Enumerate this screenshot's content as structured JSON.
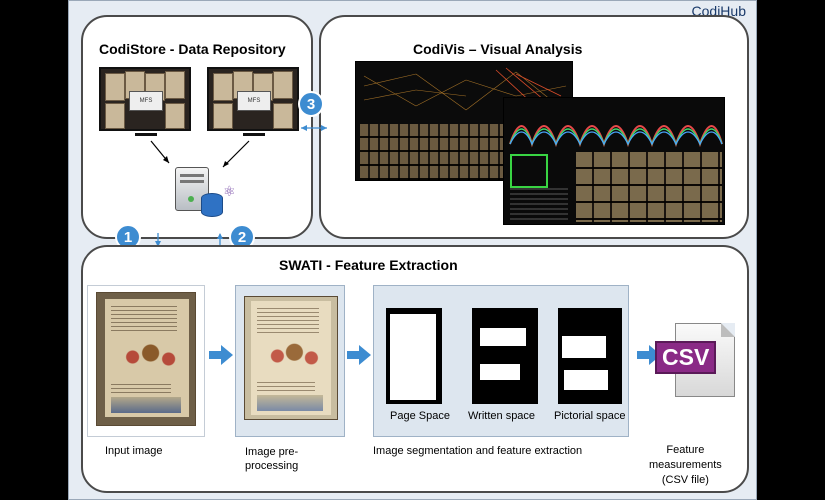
{
  "brand": "CodiHub",
  "codistore": {
    "title": "CodiStore - Data Repository",
    "monitor_label": "MFS"
  },
  "codivis": {
    "title": "CodiVis – Visual Analysis"
  },
  "swati": {
    "title": "SWATI - Feature Extraction"
  },
  "badges": [
    "1",
    "2",
    "3"
  ],
  "stages": {
    "input": "Input image",
    "preprocess": [
      "Image pre-",
      "processing"
    ],
    "segmentation": "Image segmentation and feature extraction",
    "feature": [
      "Feature",
      "measurements",
      "(CSV file)"
    ]
  },
  "masks": [
    "Page Space",
    "Written space",
    "Pictorial space"
  ],
  "csv": "CSV",
  "colors": {
    "badge": "#3d8cd1",
    "arrow": "#3d8cd1",
    "csv": "#8a2a86",
    "panel_bg": "#e6ecf3"
  }
}
